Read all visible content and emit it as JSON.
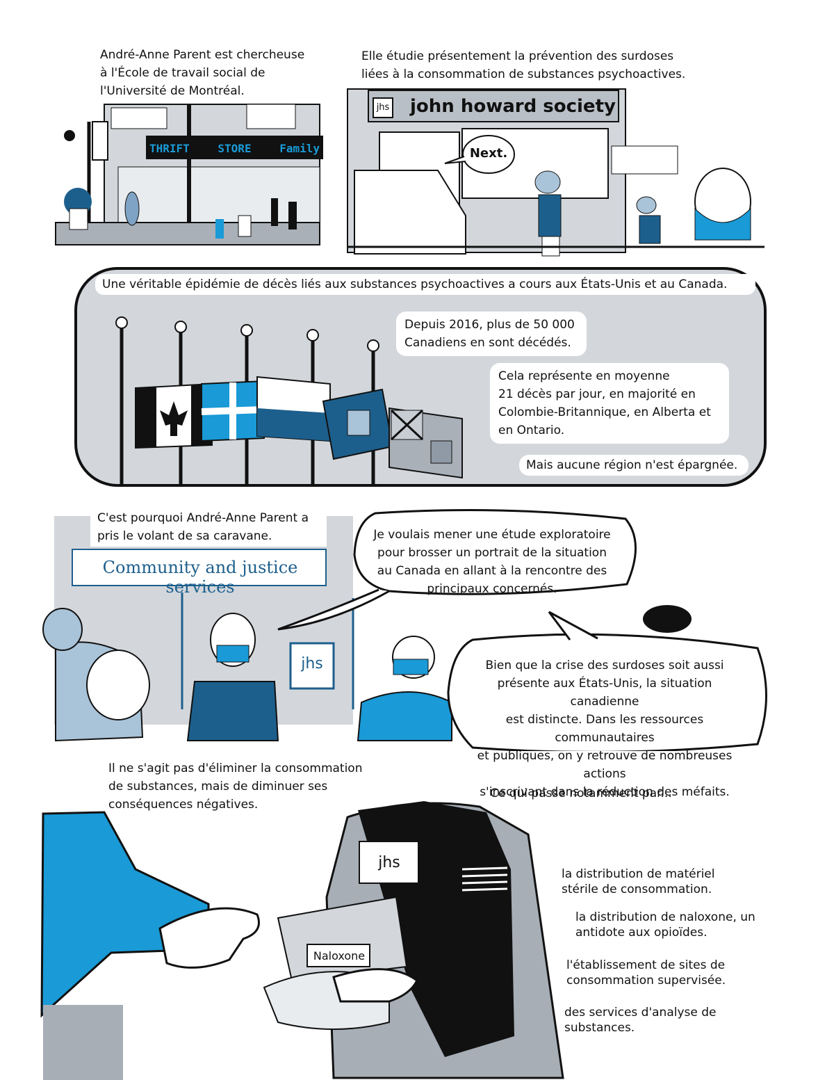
{
  "panel1": {
    "caption": "André-Anne Parent est chercheuse\nà l'École de travail social de\nl'Université de Montréal.",
    "store_sign": {
      "left": "THRIFT",
      "middle": "STORE",
      "right": "Family"
    }
  },
  "panel2": {
    "caption": "Elle étudie présentement la prévention des surdoses\nliées à la consommation de substances psychoactives.",
    "sign_logo": "jhs",
    "sign_text": "john howard society",
    "speech": "Next."
  },
  "panel3": {
    "caption": "Une véritable épidémie de décès liés aux substances psychoactives a cours aux États-Unis et au Canada.",
    "box1": "Depuis 2016, plus de 50 000\nCanadiens en sont décédés.",
    "box2": "Cela représente en moyenne\n21 décès par jour, en majorité en\nColombie-Britannique, en Alberta et\nen Ontario.",
    "box3": "Mais aucune région n'est épargnée."
  },
  "panel4": {
    "caption": "C'est pourquoi André-Anne Parent a\npris le volant de sa caravane.",
    "sign_text": "Community and justice services",
    "window_logo": "jhs",
    "speech1": "Je voulais mener une étude exploratoire\npour brosser un portrait de la situation\nau Canada en allant à la rencontre des\nprincipaux concernés.",
    "speech2": "Bien que la crise des surdoses soit aussi\nprésente aux États-Unis, la situation canadienne\nest distincte. Dans les ressources communautaires\net publiques, on y retrouve de nombreuses actions\ns'inscrivant dans la réduction des méfaits."
  },
  "panel5": {
    "caption_left": "Il ne s'agit pas d'éliminer la consommation\nde substances, mais de diminuer ses\nconséquences négatives.",
    "caption_right": "Ce qui passe notamment par...",
    "vest_logo": "jhs",
    "kit_label": "Naloxone",
    "items": [
      "la distribution de matériel\nstérile de consommation.",
      "la distribution de naloxone, un\nantidote aux opioïdes.",
      "l'établissement de sites de\nconsommation supervisée.",
      "des services d'analyse de\nsubstances."
    ]
  },
  "colors": {
    "blue": "#1a9ad6",
    "dark_blue": "#1d5f8c",
    "gray": "#c8cdd3",
    "mid_gray": "#a7aeb6",
    "ink": "#111111"
  }
}
